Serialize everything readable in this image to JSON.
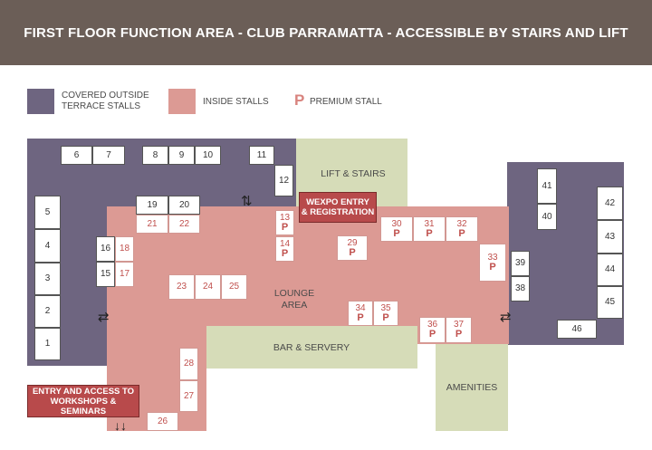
{
  "header": {
    "title": "FIRST FLOOR FUNCTION AREA - CLUB PARRAMATTA - ACCESSIBLE BY STAIRS AND LIFT"
  },
  "legend": {
    "outside": "COVERED OUTSIDE\nTERRACE STALLS",
    "inside": "INSIDE STALLS",
    "premium_symbol": "P",
    "premium": "PREMIUM STALL"
  },
  "colors": {
    "outside": "#6e6580",
    "inside": "#dc9a94",
    "green": "#d6dcb8",
    "header": "#6b5e57",
    "callout": "#b84a4b"
  },
  "zones": {
    "lift": "LIFT & STAIRS",
    "lounge": "LOUNGE\nAREA",
    "bar": "BAR & SERVERY",
    "amenities": "AMENITIES"
  },
  "callouts": {
    "wexpo_line1": "WEXPO ENTRY",
    "wexpo_line2": "& REGISTRATION",
    "entry_line1": "ENTRY AND ACCESS TO",
    "entry_line2": "WORKSHOPS & SEMINARS"
  },
  "stalls": [
    {
      "n": "1",
      "zone": "outside",
      "premium": false
    },
    {
      "n": "2",
      "zone": "outside",
      "premium": false
    },
    {
      "n": "3",
      "zone": "outside",
      "premium": false
    },
    {
      "n": "4",
      "zone": "outside",
      "premium": false
    },
    {
      "n": "5",
      "zone": "outside",
      "premium": false
    },
    {
      "n": "6",
      "zone": "outside",
      "premium": false
    },
    {
      "n": "7",
      "zone": "outside",
      "premium": false
    },
    {
      "n": "8",
      "zone": "outside",
      "premium": false
    },
    {
      "n": "9",
      "zone": "outside",
      "premium": false
    },
    {
      "n": "10",
      "zone": "outside",
      "premium": false
    },
    {
      "n": "11",
      "zone": "outside",
      "premium": false
    },
    {
      "n": "12",
      "zone": "outside",
      "premium": false
    },
    {
      "n": "13",
      "zone": "inside",
      "premium": true
    },
    {
      "n": "14",
      "zone": "inside",
      "premium": true
    },
    {
      "n": "15",
      "zone": "outside",
      "premium": false
    },
    {
      "n": "16",
      "zone": "outside",
      "premium": false
    },
    {
      "n": "17",
      "zone": "inside",
      "premium": false
    },
    {
      "n": "18",
      "zone": "inside",
      "premium": false
    },
    {
      "n": "19",
      "zone": "outside",
      "premium": false
    },
    {
      "n": "20",
      "zone": "outside",
      "premium": false
    },
    {
      "n": "21",
      "zone": "inside",
      "premium": false
    },
    {
      "n": "22",
      "zone": "inside",
      "premium": false
    },
    {
      "n": "23",
      "zone": "inside",
      "premium": false
    },
    {
      "n": "24",
      "zone": "inside",
      "premium": false
    },
    {
      "n": "25",
      "zone": "inside",
      "premium": false
    },
    {
      "n": "26",
      "zone": "inside",
      "premium": false
    },
    {
      "n": "27",
      "zone": "inside",
      "premium": false
    },
    {
      "n": "28",
      "zone": "inside",
      "premium": false
    },
    {
      "n": "29",
      "zone": "inside",
      "premium": true
    },
    {
      "n": "30",
      "zone": "inside",
      "premium": true
    },
    {
      "n": "31",
      "zone": "inside",
      "premium": true
    },
    {
      "n": "32",
      "zone": "inside",
      "premium": true
    },
    {
      "n": "33",
      "zone": "inside",
      "premium": true
    },
    {
      "n": "34",
      "zone": "inside",
      "premium": true
    },
    {
      "n": "35",
      "zone": "inside",
      "premium": true
    },
    {
      "n": "36",
      "zone": "inside",
      "premium": true
    },
    {
      "n": "37",
      "zone": "inside",
      "premium": true
    },
    {
      "n": "38",
      "zone": "outside",
      "premium": false
    },
    {
      "n": "39",
      "zone": "outside",
      "premium": false
    },
    {
      "n": "40",
      "zone": "outside",
      "premium": false
    },
    {
      "n": "41",
      "zone": "outside",
      "premium": false
    },
    {
      "n": "42",
      "zone": "outside",
      "premium": false
    },
    {
      "n": "43",
      "zone": "outside",
      "premium": false
    },
    {
      "n": "44",
      "zone": "outside",
      "premium": false
    },
    {
      "n": "45",
      "zone": "outside",
      "premium": false
    },
    {
      "n": "46",
      "zone": "outside",
      "premium": false
    }
  ]
}
